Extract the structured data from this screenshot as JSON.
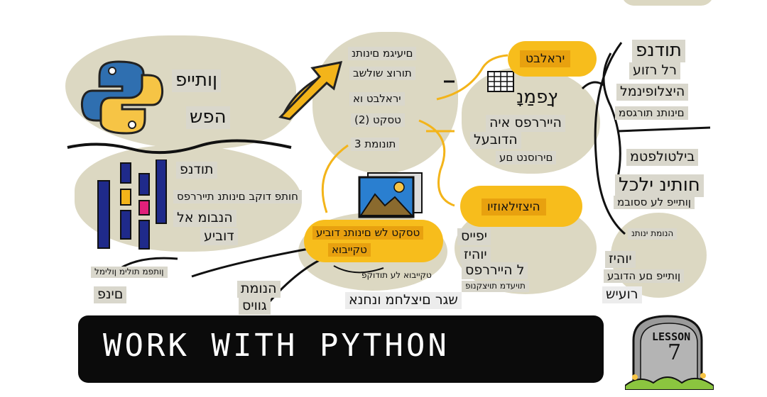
{
  "banner": {
    "title": "WORK WITH PYTHON"
  },
  "stone": {
    "lesson_label": "LESSON",
    "lesson_number": "7"
  },
  "left": {
    "title_1": "ןותייפ",
    "title_2": "הפש",
    "pandas": "תודנפ",
    "pandas_desc": "חותפ דוקב םינותנ תייררפס",
    "learn_1": "הנבומ אל",
    "learn_2": "דוביע",
    "bottom_left_small": "ןותפמ תולימ ןולימל",
    "bottom_left_word": "םינפ",
    "bottom_mid_1": "הנומת",
    "bottom_mid_2": "גוויס"
  },
  "middle": {
    "q1": "םיעיגמ םינותנ",
    "q2": "תורוצ שולשב",
    "q3": "יראלבט וא",
    "q4": "טסקט (2)",
    "q5": "תונומת 3",
    "cloud_text_1": "טסקט לש םינותנ דוביע",
    "cloud_text_2": "טקייבוא",
    "small_note": "טקייבוא לע תודוקפ",
    "bottom_phrase": "שגר םיצלחמ ונחנא"
  },
  "right_mid": {
    "cloud_tabular": "יראלבט",
    "pandas": "ץַפמַנָ",
    "desc_1": "הייררפס איה",
    "desc_2": "הדובעל",
    "desc_3": "םירוסנט םע",
    "cloud_vis": "היצזילאוזיו",
    "vis_1": "יפייס",
    "vis_2": "יוהיז",
    "vis_3": "ל הייררפס",
    "vis_4": "תויעדמ תויצקנופ"
  },
  "right": {
    "pandas": "תודנפ",
    "r1": "רל רזוע",
    "r2": "היצלופינמל",
    "r3": "םינותנ תורגסמ",
    "r4": "בילטולפטמ",
    "r5": "חותינ ילכל",
    "r6": "ןותייפ לע ססובמ",
    "r7": "הנומת ינותנ",
    "r8": "יוהיז",
    "r9": "ןותייפ םע הדובע",
    "r10": "רועיש"
  },
  "colors": {
    "blob": "#dcd8c2",
    "cloud": "#f7bd1c",
    "label_bg": "#d9d7cc",
    "banner": "#0b0b0b",
    "python_blue": "#2f6fb0",
    "python_yellow": "#f6c445"
  }
}
